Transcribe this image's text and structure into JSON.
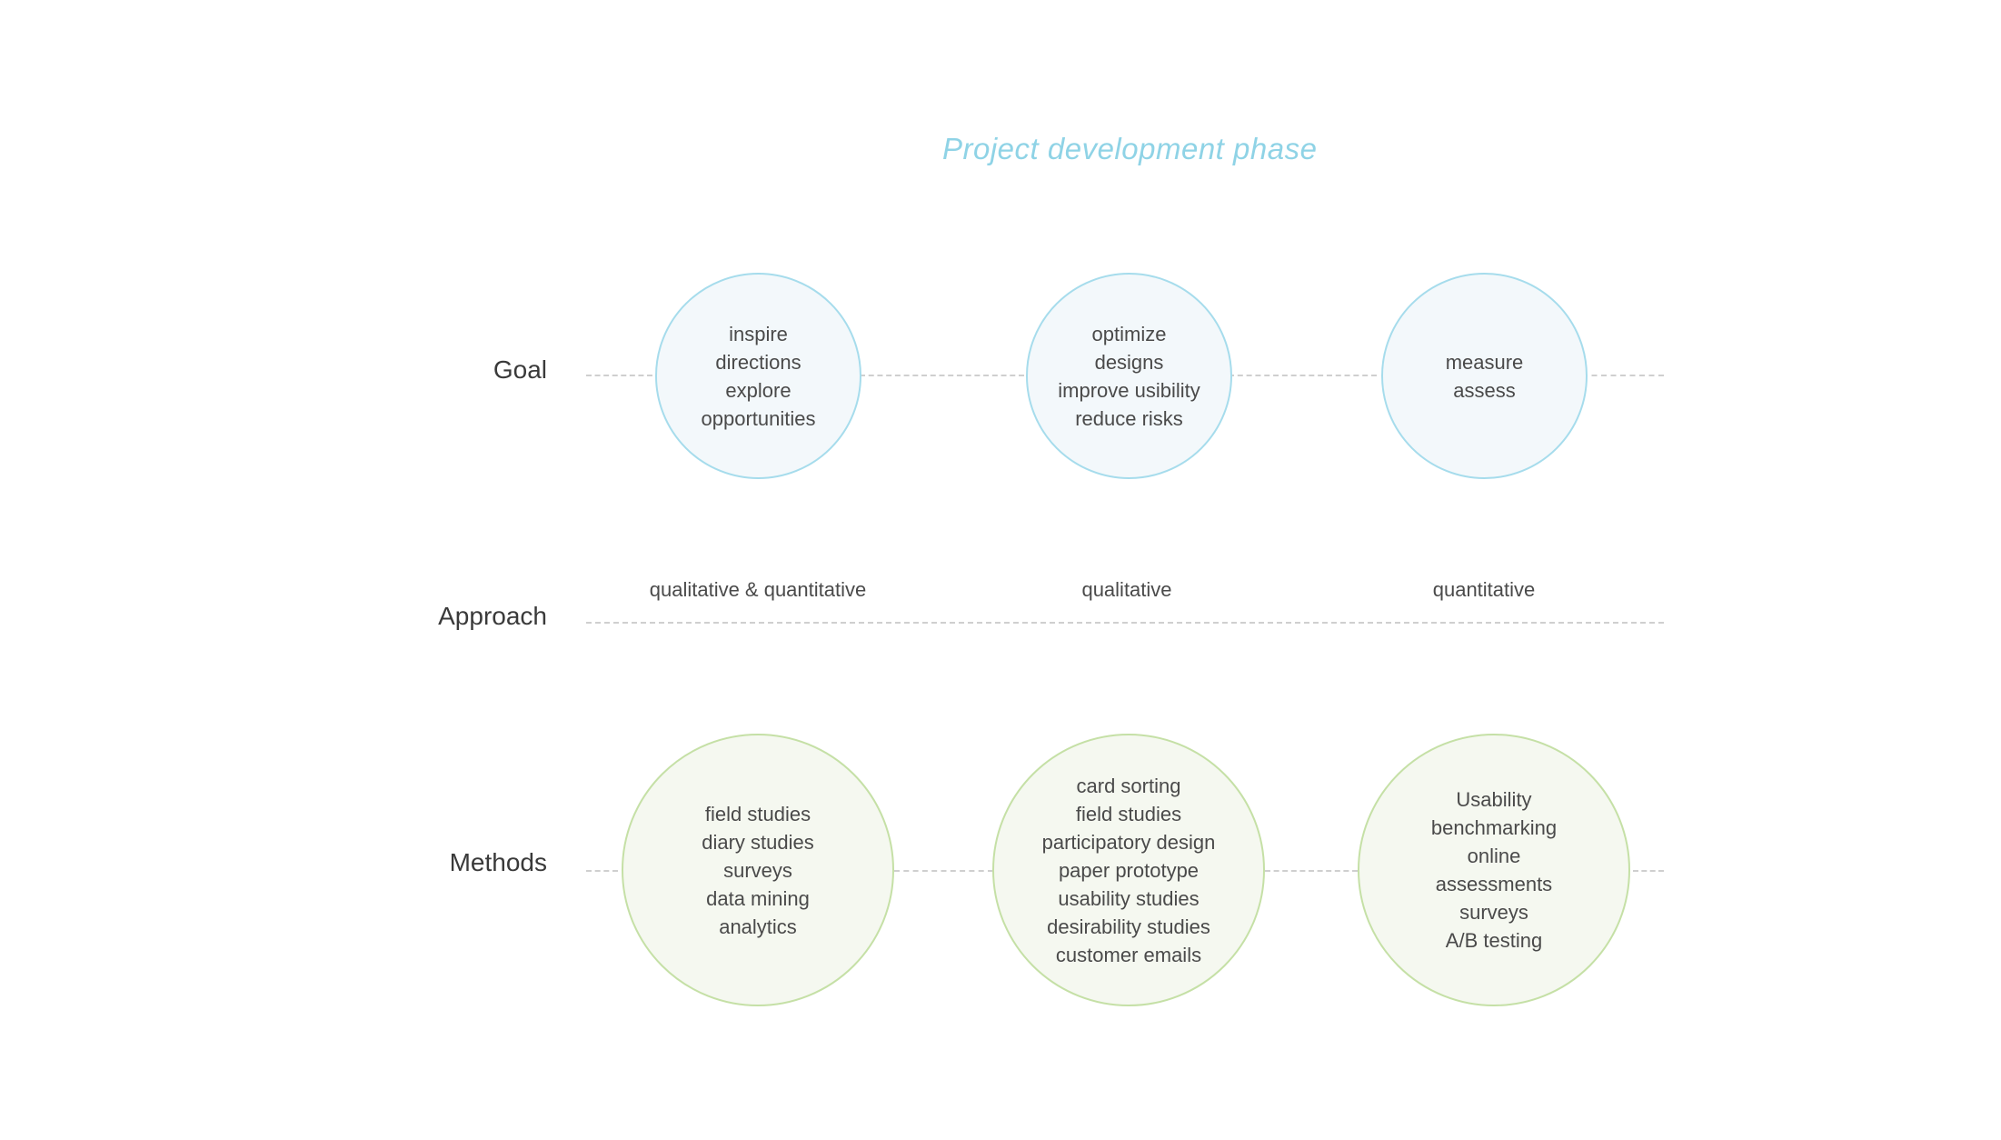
{
  "title": "Project development phase",
  "rows": {
    "goal": "Goal",
    "approach": "Approach",
    "methods": "Methods"
  },
  "goals": [
    [
      "inspire",
      "directions",
      "explore",
      "opportunities"
    ],
    [
      "optimize",
      "designs",
      "improve usibility",
      "reduce risks"
    ],
    [
      "measure",
      "assess"
    ]
  ],
  "approaches": [
    "qualitative & quantitative",
    "qualitative",
    "quantitative"
  ],
  "methods": [
    [
      "field studies",
      "diary studies",
      "surveys",
      "data mining",
      "analytics"
    ],
    [
      "card sorting",
      "field studies",
      "participatory design",
      "paper prototype",
      "usability studies",
      "desirability studies",
      "customer emails"
    ],
    [
      "Usability",
      "benchmarking",
      "online",
      "assessments",
      "surveys",
      "A/B testing"
    ]
  ],
  "colors": {
    "title": "#8fd3e6",
    "goal_border": "#a6dcec",
    "goal_fill": "#f3f8fb",
    "method_border": "#c5e0a6",
    "method_fill": "#f5f8f0",
    "dash": "#cfcfcf"
  }
}
